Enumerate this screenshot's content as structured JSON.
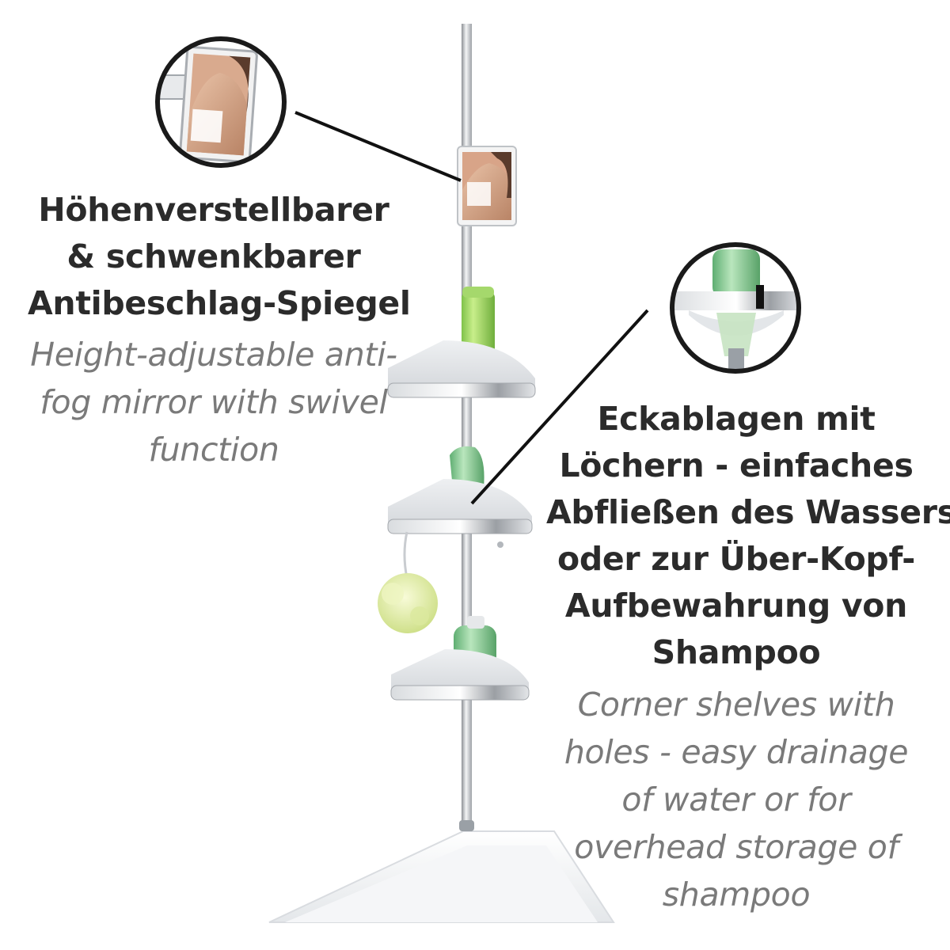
{
  "callouts": {
    "mirror": {
      "german_lines": [
        "Höhenverstellbarer",
        "& schwenkbarer",
        "Antibeschlag-Spiegel"
      ],
      "english_lines": [
        "Height-adjustable anti-",
        "fog mirror with swivel",
        "function"
      ]
    },
    "shelves": {
      "german_lines": [
        "Eckablagen mit",
        "Löchern - einfaches",
        "Abfließen des Wassers",
        "oder zur Über-Kopf-",
        "Aufbewahrung von",
        "Shampoo"
      ],
      "english_lines": [
        "Corner shelves with",
        "holes - easy drainage",
        "of water or for",
        "overhead storage of",
        "shampoo"
      ]
    }
  },
  "colors": {
    "german_text": "#2b2b2b",
    "english_text": "#7a7a7a",
    "chrome": "#c9ccd0",
    "bottle_green": "#9fd36a",
    "sponge": "#e6f0b0"
  }
}
